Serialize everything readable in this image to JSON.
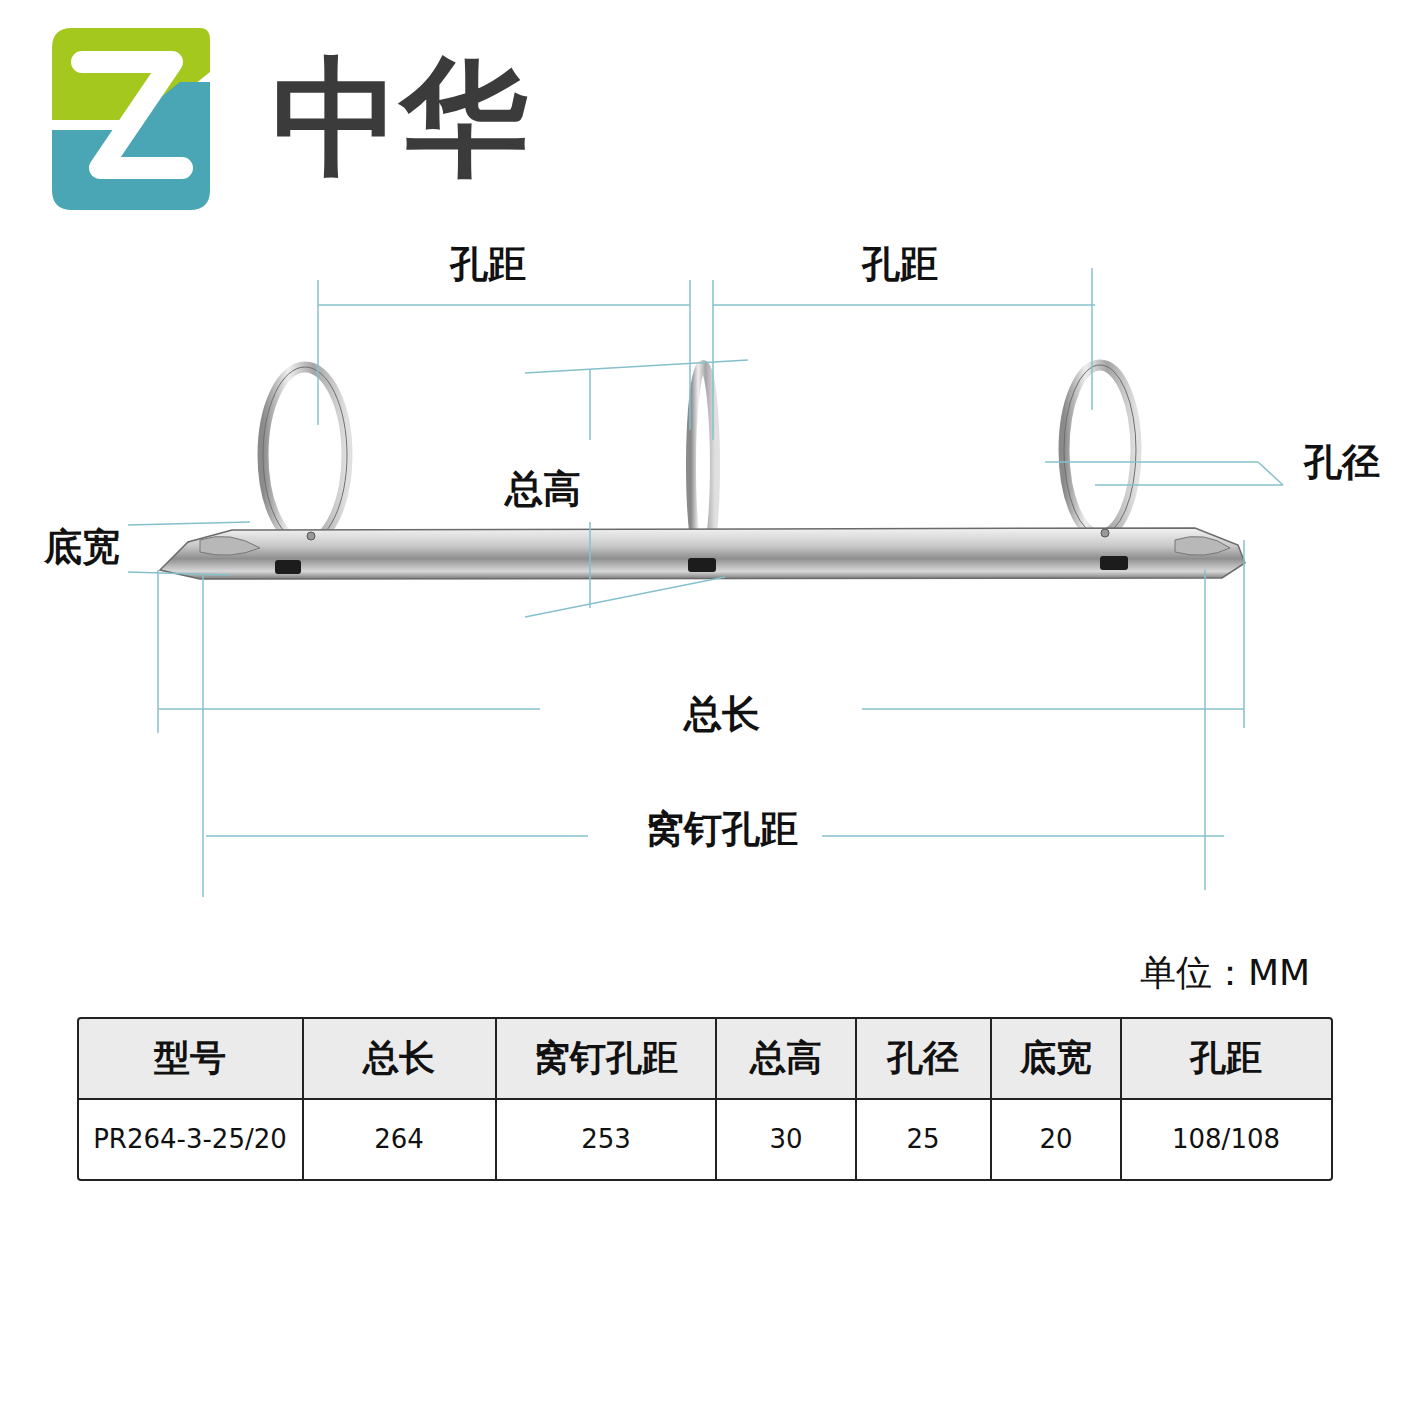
{
  "diagram": {
    "labels": [
      "中华",
      "孔距",
      "孔距",
      "总高",
      "孔径",
      "底宽",
      "总长",
      "窝钉孔距",
      "单位：MM",
      "型号",
      "总长",
      "窝钉孔距",
      "总高",
      "孔径",
      "底宽",
      "孔距",
      "PR264-3-25/20",
      "264",
      "253",
      "30",
      "25",
      "20",
      "108/108"
    ]
  }
}
